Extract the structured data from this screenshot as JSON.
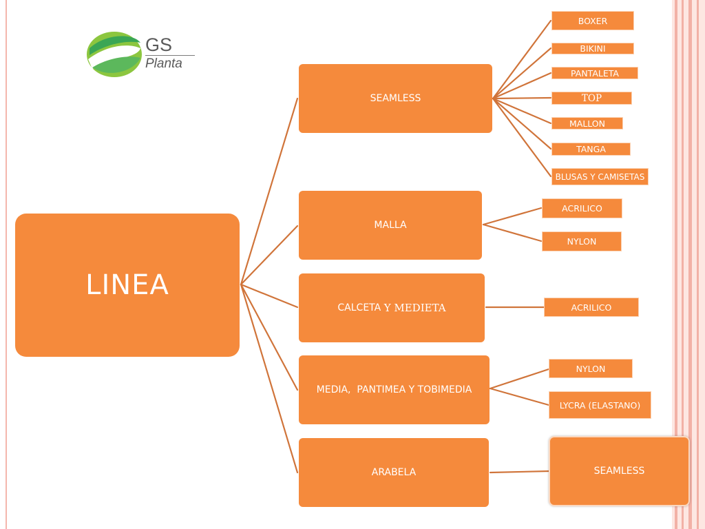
{
  "logo": {
    "line1": "GS",
    "line2": "Planta"
  },
  "root": {
    "label": "LINEA"
  },
  "branches": [
    {
      "label": "SEAMLESS",
      "leaves": [
        "BOXER",
        "BIKINI",
        "PANTALETA",
        "TOP",
        "MALLON",
        "TANGA",
        "BLUSAS Y CAMISETAS"
      ]
    },
    {
      "label": "MALLA",
      "leaves": [
        "ACRILICO",
        "NYLON"
      ]
    },
    {
      "label_a": "CALCETA",
      "label_b": "Y MEDIETA",
      "leaves": [
        "ACRILICO"
      ]
    },
    {
      "label": "MEDIA,  PANTIMEA Y TOBIMEDIA",
      "leaves": [
        "NYLON",
        "LYCRA (ELASTANO)"
      ]
    },
    {
      "label": "ARABELA",
      "leaves": [
        "SEAMLESS"
      ]
    }
  ],
  "colors": {
    "box": "#f58a3c",
    "connector": "#d0743a",
    "frame": "#f2b1a6"
  }
}
